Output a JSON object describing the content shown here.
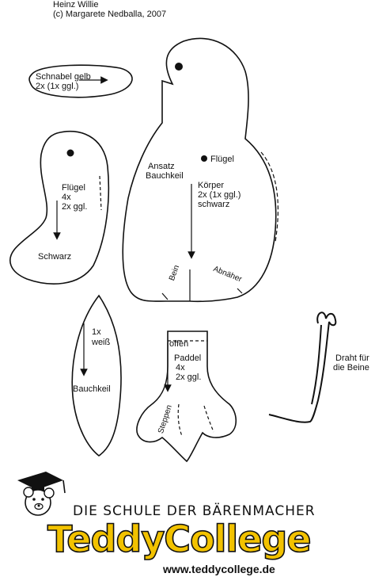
{
  "header": {
    "line1": "Heinz Willie",
    "line2": "(c) Margarete Nedballa, 2007"
  },
  "beak": {
    "line1": "Schnabel gelb",
    "line2": "2x (1x ggl.)"
  },
  "wing": {
    "line1": "Flügel",
    "line2": "4x",
    "line3": "2x ggl.",
    "color": "Schwarz"
  },
  "body": {
    "ansatz1": "Ansatz",
    "ansatz2": "Bauchkeil",
    "fluegel": "Flügel",
    "line1": "Körper",
    "line2": "2x (1x ggl.)",
    "line3": "schwarz",
    "bein": "Bein",
    "abnaeher": "Abnäher"
  },
  "belly": {
    "line1": "1x",
    "line2": "weiß",
    "label": "Bauchkeil"
  },
  "foot": {
    "offen": "offen",
    "line1": "Paddel",
    "line2": "4x",
    "line3": "2x ggl.",
    "steppen": "Steppen"
  },
  "wire": {
    "line1": "Draht für",
    "line2": "die Beine"
  },
  "brand": {
    "school": "DIE SCHULE DER BÄRENMACHER",
    "name": "TeddyCollege",
    "url": "www.teddycollege.de",
    "name_color": "#f2c200"
  }
}
